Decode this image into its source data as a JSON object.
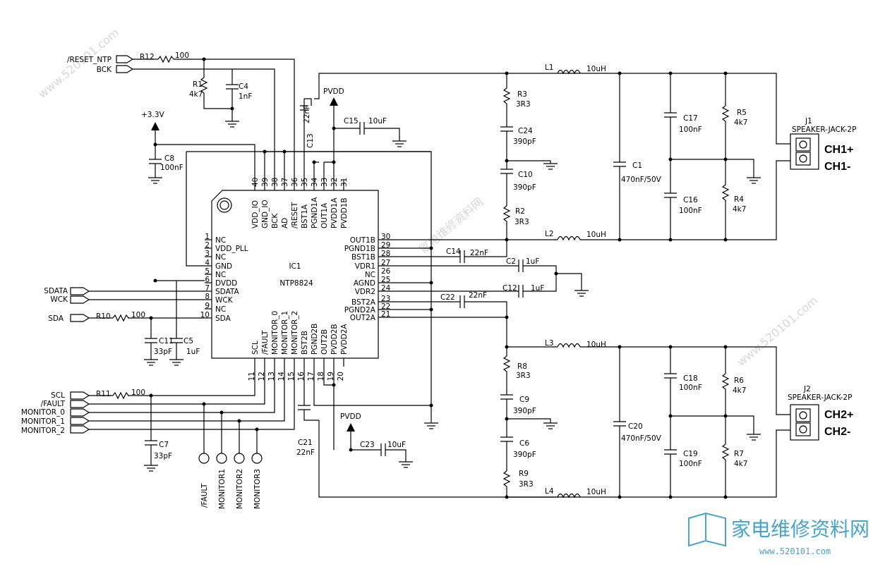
{
  "ic": {
    "ref": "IC1",
    "part": "NTP8824",
    "top_pins": [
      {
        "num": "40",
        "name": "VDD_IO"
      },
      {
        "num": "39",
        "name": "GND_IO"
      },
      {
        "num": "38",
        "name": "BCK"
      },
      {
        "num": "37",
        "name": "AD"
      },
      {
        "num": "36",
        "name": "/RESET"
      },
      {
        "num": "35",
        "name": "BST1A"
      },
      {
        "num": "34",
        "name": "PGND1A"
      },
      {
        "num": "33",
        "name": "OUT1A"
      },
      {
        "num": "32",
        "name": "PVDD1A"
      },
      {
        "num": "31",
        "name": "PVDD1B"
      }
    ],
    "left_pins": [
      {
        "num": "1",
        "name": "NC"
      },
      {
        "num": "2",
        "name": "VDD_PLL"
      },
      {
        "num": "3",
        "name": "NC"
      },
      {
        "num": "4",
        "name": "GND"
      },
      {
        "num": "5",
        "name": "NC"
      },
      {
        "num": "6",
        "name": "DVDD"
      },
      {
        "num": "7",
        "name": "SDATA"
      },
      {
        "num": "8",
        "name": "WCK"
      },
      {
        "num": "9",
        "name": "NC"
      },
      {
        "num": "10",
        "name": "SDA"
      }
    ],
    "right_pins": [
      {
        "num": "30",
        "name": "OUT1B"
      },
      {
        "num": "29",
        "name": "PGND1B"
      },
      {
        "num": "28",
        "name": "BST1B"
      },
      {
        "num": "27",
        "name": "VDR1"
      },
      {
        "num": "26",
        "name": "NC"
      },
      {
        "num": "25",
        "name": "AGND"
      },
      {
        "num": "24",
        "name": "VDR2"
      },
      {
        "num": "23",
        "name": "BST2A"
      },
      {
        "num": "22",
        "name": "PGND2A"
      },
      {
        "num": "21",
        "name": "OUT2A"
      }
    ],
    "bottom_pins": [
      {
        "num": "11",
        "name": "SCL"
      },
      {
        "num": "12",
        "name": "/FAULT"
      },
      {
        "num": "13",
        "name": "MONITOR_0"
      },
      {
        "num": "14",
        "name": "MONITOR_1"
      },
      {
        "num": "15",
        "name": "MONITOR_2"
      },
      {
        "num": "16",
        "name": "BST2B"
      },
      {
        "num": "17",
        "name": "PGND2B"
      },
      {
        "num": "18",
        "name": "OUT2B"
      },
      {
        "num": "19",
        "name": "PVDD2B"
      },
      {
        "num": "20",
        "name": "PVDD2A"
      }
    ]
  },
  "ports": {
    "reset": "/RESET_NTP",
    "bck": "BCK",
    "sdata": "SDATA",
    "wck": "WCK",
    "sda": "SDA",
    "scl": "SCL",
    "fault": "/FAULT",
    "mon0": "MONITOR_0",
    "mon1": "MONITOR_1",
    "mon2": "MONITOR_2"
  },
  "testpoints": [
    "/FAULT",
    "MONITOR1",
    "MONITOR2",
    "MONITOR3"
  ],
  "power": {
    "v33": "+3.3V",
    "pvdd": "PVDD"
  },
  "components": {
    "r12": {
      "ref": "R12",
      "value": "100"
    },
    "r1": {
      "ref": "R1",
      "value": "4k7"
    },
    "c4": {
      "ref": "C4",
      "value": "1nF"
    },
    "c8": {
      "ref": "C8",
      "value": "100nF"
    },
    "c13": {
      "ref": "C13",
      "value": "22nF"
    },
    "c15": {
      "ref": "C15",
      "value": "10uF"
    },
    "r10": {
      "ref": "R10",
      "value": "100"
    },
    "c11": {
      "ref": "C11",
      "value": "33pF"
    },
    "c5": {
      "ref": "C5",
      "value": "1uF"
    },
    "r11": {
      "ref": "R11",
      "value": "100"
    },
    "c7": {
      "ref": "C7",
      "value": "33pF"
    },
    "c21": {
      "ref": "C21",
      "value": "22nF"
    },
    "c23": {
      "ref": "C23",
      "value": "10uF"
    },
    "c14": {
      "ref": "C14",
      "value": "22nF"
    },
    "c2": {
      "ref": "C2",
      "value": "1uF"
    },
    "c12": {
      "ref": "C12",
      "value": "1uF"
    },
    "c22": {
      "ref": "C22",
      "value": "22nF"
    },
    "l1": {
      "ref": "L1",
      "value": "10uH"
    },
    "l2": {
      "ref": "L2",
      "value": "10uH"
    },
    "l3": {
      "ref": "L3",
      "value": "10uH"
    },
    "l4": {
      "ref": "L4",
      "value": "10uH"
    },
    "r3": {
      "ref": "R3",
      "value": "3R3"
    },
    "c24": {
      "ref": "C24",
      "value": "390pF"
    },
    "c10": {
      "ref": "C10",
      "value": "390pF"
    },
    "r2": {
      "ref": "R2",
      "value": "3R3"
    },
    "r8": {
      "ref": "R8",
      "value": "3R3"
    },
    "c9": {
      "ref": "C9",
      "value": "390pF"
    },
    "c6": {
      "ref": "C6",
      "value": "390pF"
    },
    "r9": {
      "ref": "R9",
      "value": "3R3"
    },
    "c1": {
      "ref": "C1",
      "value": "470nF/50V"
    },
    "c20": {
      "ref": "C20",
      "value": "470nF/50V"
    },
    "c17": {
      "ref": "C17",
      "value": "100nF"
    },
    "c16": {
      "ref": "C16",
      "value": "100nF"
    },
    "c18": {
      "ref": "C18",
      "value": "100nF"
    },
    "c19": {
      "ref": "C19",
      "value": "100nF"
    },
    "r5": {
      "ref": "R5",
      "value": "4k7"
    },
    "r4": {
      "ref": "R4",
      "value": "4k7"
    },
    "r6": {
      "ref": "R6",
      "value": "4k7"
    },
    "r7": {
      "ref": "R7",
      "value": "4k7"
    }
  },
  "jacks": {
    "j1": {
      "ref": "J1",
      "part": "SPEAKER-JACK-2P",
      "pos": "CH1+",
      "neg": "CH1-"
    },
    "j2": {
      "ref": "J2",
      "part": "SPEAKER-JACK-2P",
      "pos": "CH2+",
      "neg": "CH2-"
    }
  },
  "watermark": {
    "site": "www.520101.com",
    "cn": "家电维修资料网",
    "logo_cn": "家电维修资料网",
    "logo_url": "www.520101.com"
  }
}
